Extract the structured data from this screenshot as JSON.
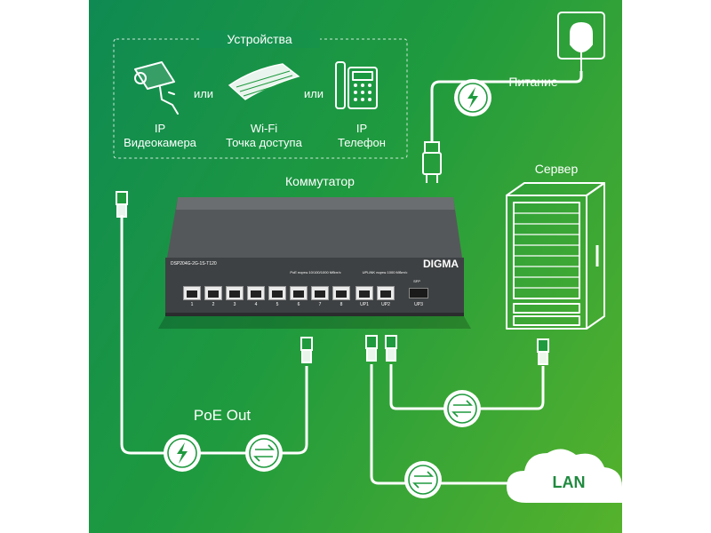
{
  "devices": {
    "title": "Устройства",
    "or_1": "или",
    "or_2": "или",
    "camera": {
      "line1": "IP",
      "line2": "Видеокамера"
    },
    "wifi": {
      "line1": "Wi-Fi",
      "line2": "Точка доступа"
    },
    "phone": {
      "line1": "IP",
      "line2": "Телефон"
    }
  },
  "power": {
    "label": "Питание"
  },
  "switch": {
    "label": "Коммутатор",
    "model": "DSP204G-2G-1S-T120",
    "brand": "DIGMA",
    "poe_ports_caption": "PoE порты 10/100/1000 Мбит/с",
    "uplink_caption": "UPLINK порты 1000 Мбит/с",
    "sfp_caption": "SFP",
    "port_labels": [
      "1",
      "2",
      "3",
      "4",
      "5",
      "6",
      "7",
      "8"
    ],
    "uplink_labels": [
      "UP1",
      "UP2"
    ],
    "sfp_label": "UP3"
  },
  "server": {
    "label": "Сервер"
  },
  "poe": {
    "label": "PoE Out"
  },
  "lan": {
    "label": "LAN"
  },
  "icons": [
    "cctv-camera-icon",
    "access-point-icon",
    "desk-phone-icon",
    "power-socket-icon",
    "lightning-icon",
    "transfer-arrows-icon",
    "rj45-plug-icon",
    "server-rack-icon",
    "cloud-icon"
  ],
  "colors": {
    "bg_start": "#0f8a52",
    "bg_end": "#55b22c",
    "line": "#ffffff",
    "switch_body": "#4a4d4f"
  }
}
